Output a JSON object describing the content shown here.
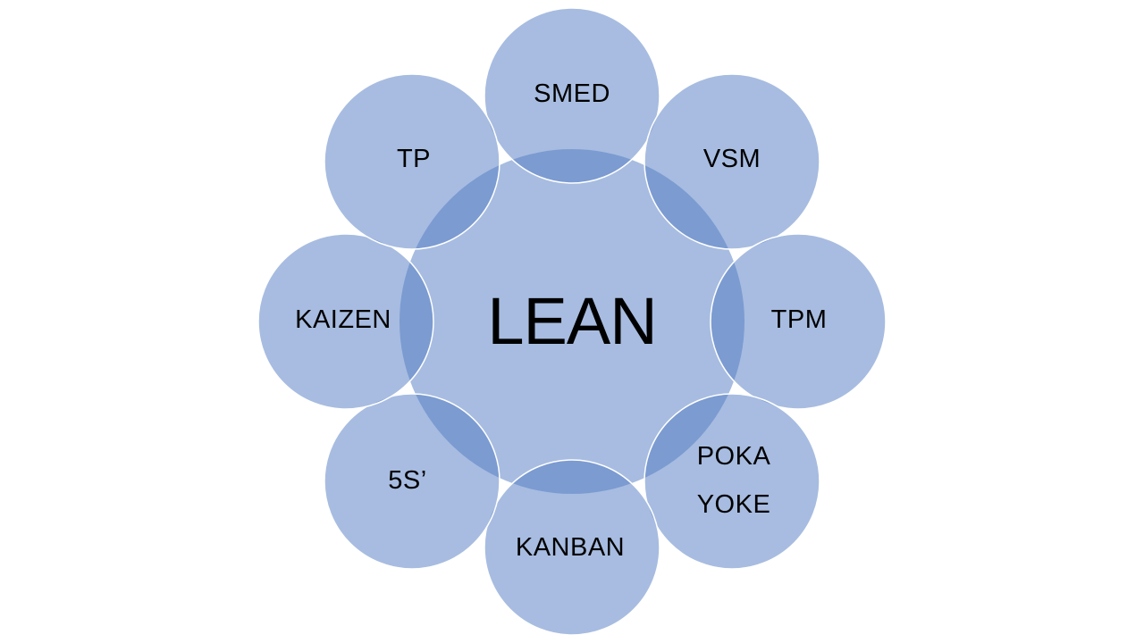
{
  "diagram": {
    "type": "radial-circle-diagram",
    "center": {
      "label": "LEAN"
    },
    "nodes": [
      {
        "id": "smed",
        "label": "SMED",
        "position": "top"
      },
      {
        "id": "vsm",
        "label": "VSM",
        "position": "top-right"
      },
      {
        "id": "tpm",
        "label": "TPM",
        "position": "right"
      },
      {
        "id": "poka-yoke",
        "label": "POKA\nYOKE",
        "position": "bottom-right"
      },
      {
        "id": "kanban",
        "label": "KANBAN",
        "position": "bottom"
      },
      {
        "id": "5s",
        "label": "5S’",
        "position": "bottom-left"
      },
      {
        "id": "kaizen",
        "label": "KAIZEN",
        "position": "left"
      },
      {
        "id": "tp",
        "label": "TP",
        "position": "top-left"
      }
    ],
    "colors": {
      "circle_fill": "#4F79C2",
      "circle_fill_opacity": "0.5",
      "circle_overlap_result": "#7B97D1",
      "circle_light_result": "#A7BCE1",
      "satellite_stroke": "#FFFFFF",
      "text": "#000000",
      "background": "#FFFFFF"
    }
  }
}
